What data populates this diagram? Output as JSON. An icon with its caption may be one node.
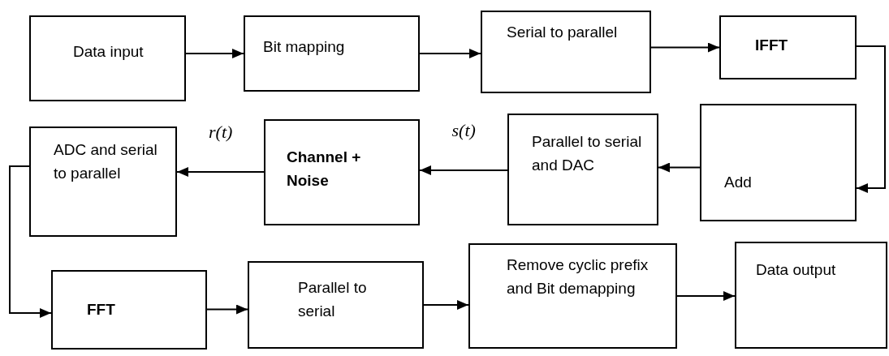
{
  "diagram": {
    "nodes": [
      {
        "text": [
          "Data input"
        ]
      },
      {
        "text": [
          "Bit mapping"
        ]
      },
      {
        "text": [
          "Serial to parallel"
        ]
      },
      {
        "text": [
          "IFFT"
        ]
      },
      {
        "text": [
          "Add"
        ]
      },
      {
        "text": [
          "Parallel to serial and DAC"
        ]
      },
      {
        "text": [
          "Channel + Noise"
        ]
      },
      {
        "text": [
          "ADC and serial to parallel"
        ]
      },
      {
        "text": [
          "FFT"
        ]
      },
      {
        "text": [
          "Parallel to serial"
        ]
      },
      {
        "text": [
          "Remove cyclic prefix and Bit demapping"
        ]
      },
      {
        "text": [
          "Data output"
        ]
      }
    ],
    "edges": [
      {
        "from": 0,
        "to": 1,
        "arrow": "to"
      },
      {
        "from": 1,
        "to": 2,
        "arrow": "to"
      },
      {
        "from": 2,
        "to": 3,
        "arrow": "to"
      },
      {
        "from": 3,
        "to": 4,
        "arrow": "to"
      },
      {
        "from": 4,
        "to": 5,
        "arrow": "to"
      },
      {
        "from": 5,
        "to": 6,
        "arrow": "to",
        "label": "s(t)"
      },
      {
        "from": 6,
        "to": 7,
        "arrow": "to",
        "label": "r(t)"
      },
      {
        "from": 7,
        "to": 8,
        "arrow": "to"
      },
      {
        "from": 8,
        "to": 9,
        "arrow": "to"
      },
      {
        "from": 9,
        "to": 10,
        "arrow": "to"
      },
      {
        "from": 10,
        "to": 11,
        "arrow": "to"
      }
    ]
  }
}
